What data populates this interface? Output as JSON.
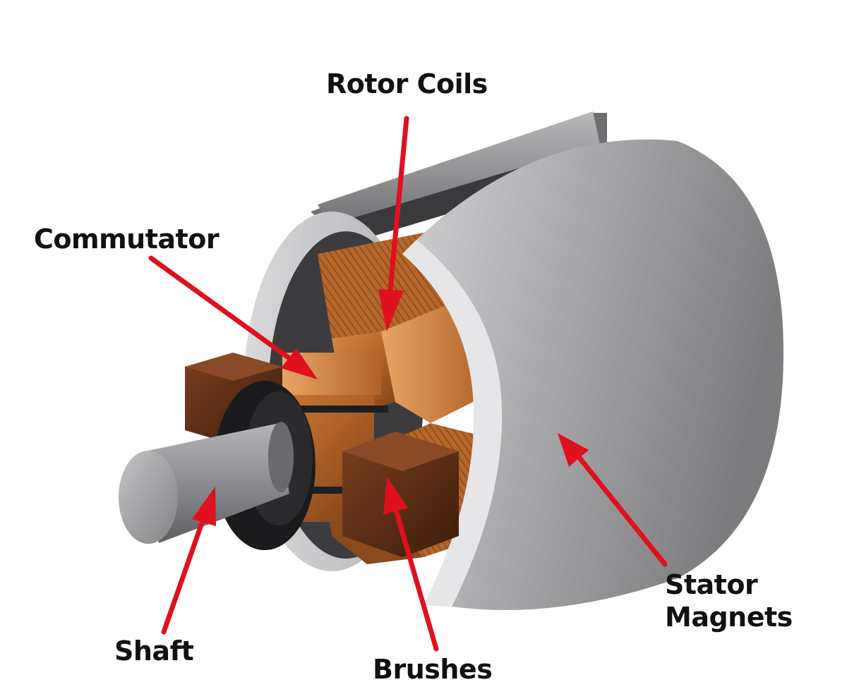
{
  "labels": {
    "rotor_coils": "Rotor Coils",
    "commutator": "Commutator",
    "shaft": "Shaft",
    "brushes": "Brushes",
    "stator_line1": "Stator",
    "stator_line2": "Magnets"
  },
  "colors": {
    "arrow": "#e0101e",
    "housing": "#9a9a9c",
    "copper": "#b8692c",
    "brush": "#5a2d14",
    "shaft": "#8c8c8e",
    "label": "#111111"
  }
}
